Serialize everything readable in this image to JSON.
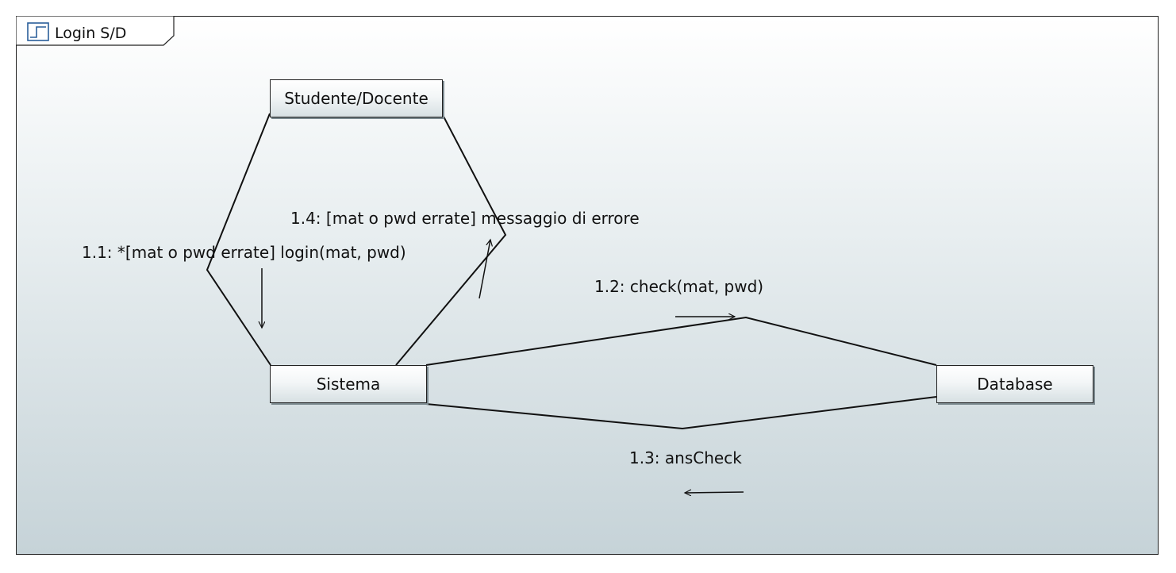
{
  "diagram": {
    "frame_title": "Login S/D",
    "lifelines": {
      "user": "Studente/Docente",
      "system": "Sistema",
      "database": "Database"
    },
    "messages": {
      "m1_1": "1.1: *[mat o pwd errate] login(mat, pwd)",
      "m1_2": "1.2: check(mat, pwd)",
      "m1_3": "1.3: ansCheck",
      "m1_4": "1.4: [mat o pwd errate] messaggio di errore"
    }
  }
}
